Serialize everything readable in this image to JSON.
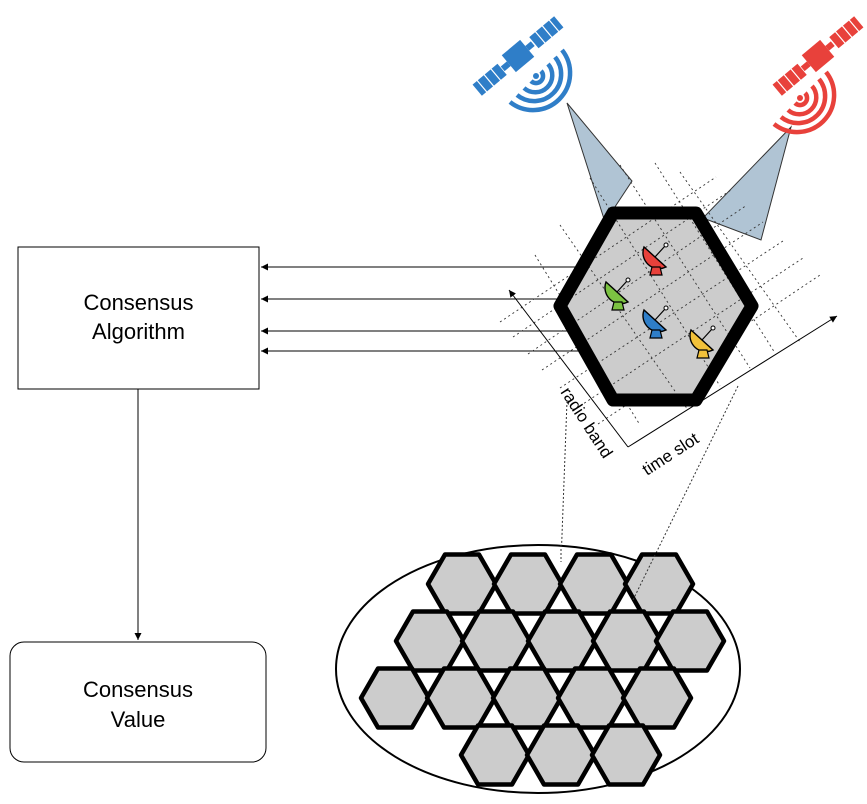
{
  "consensus_algorithm": {
    "line1": "Consensus",
    "line2": "Algorithm"
  },
  "consensus_value": {
    "line1": "Consensus",
    "line2": "Value"
  },
  "axes": {
    "radio_band": "radio band",
    "time_slot": "time slot"
  },
  "colors": {
    "satellite_left": "#2f7ec8",
    "satellite_right": "#e8413b",
    "dish_red": "#e8413b",
    "dish_green": "#7cc242",
    "dish_blue": "#2f7ec8",
    "dish_yellow": "#f2c13a",
    "beam": "#b0c4d4",
    "cell_fill": "#cccccc"
  },
  "icons": {
    "satellite_left": "satellite-icon",
    "satellite_right": "satellite-icon",
    "ground_stations": [
      "dish-antenna-icon",
      "dish-antenna-icon",
      "dish-antenna-icon",
      "dish-antenna-icon"
    ]
  }
}
